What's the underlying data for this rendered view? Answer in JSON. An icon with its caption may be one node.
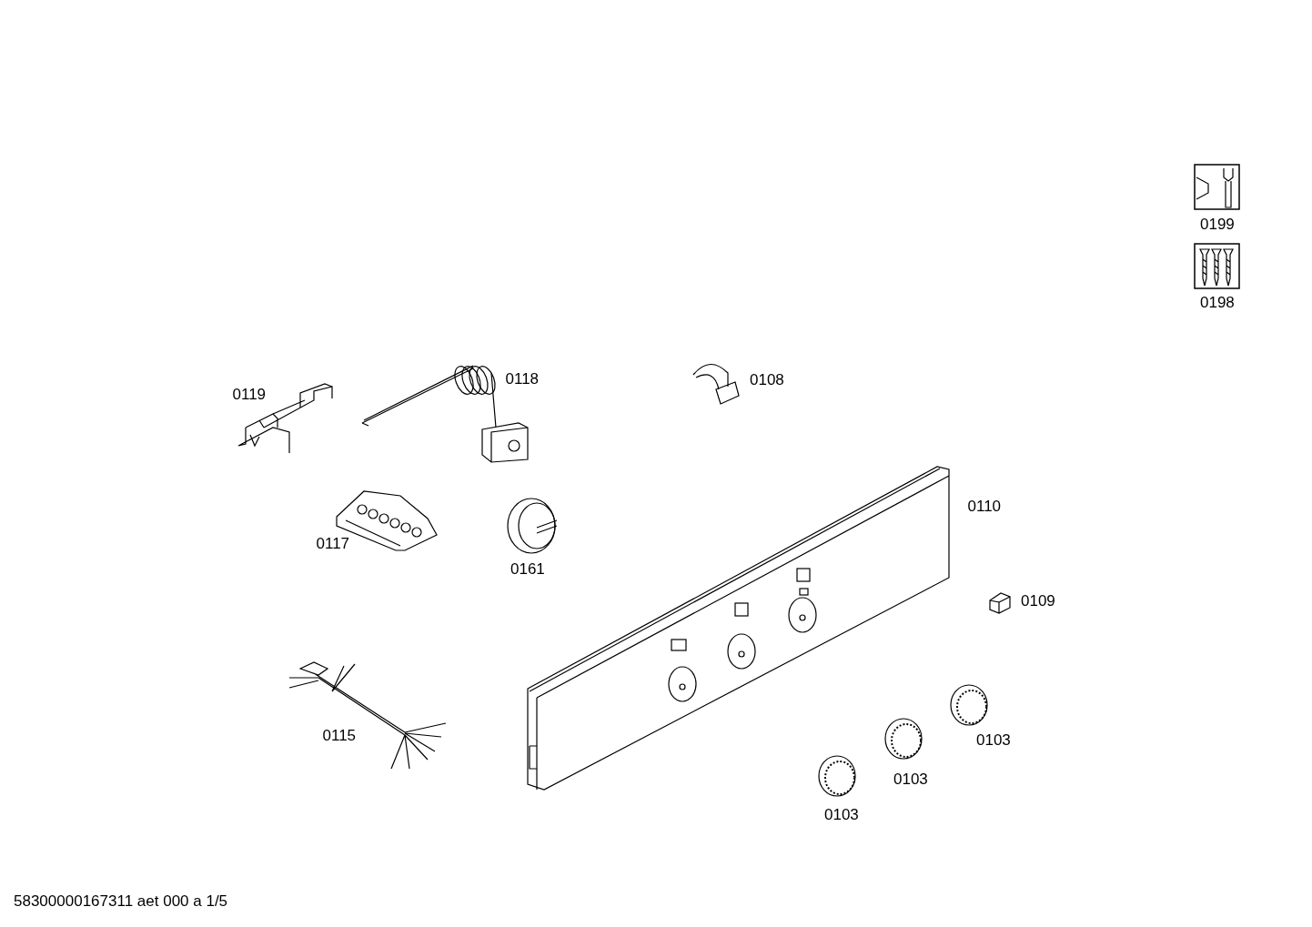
{
  "diagram": {
    "labels": [
      "0199",
      "0198",
      "0119",
      "0118",
      "0108",
      "0110",
      "0117",
      "0161",
      "0109",
      "0115",
      "0103",
      "0103",
      "0103",
      "58300000167311 aet 000 a 1/5"
    ]
  }
}
